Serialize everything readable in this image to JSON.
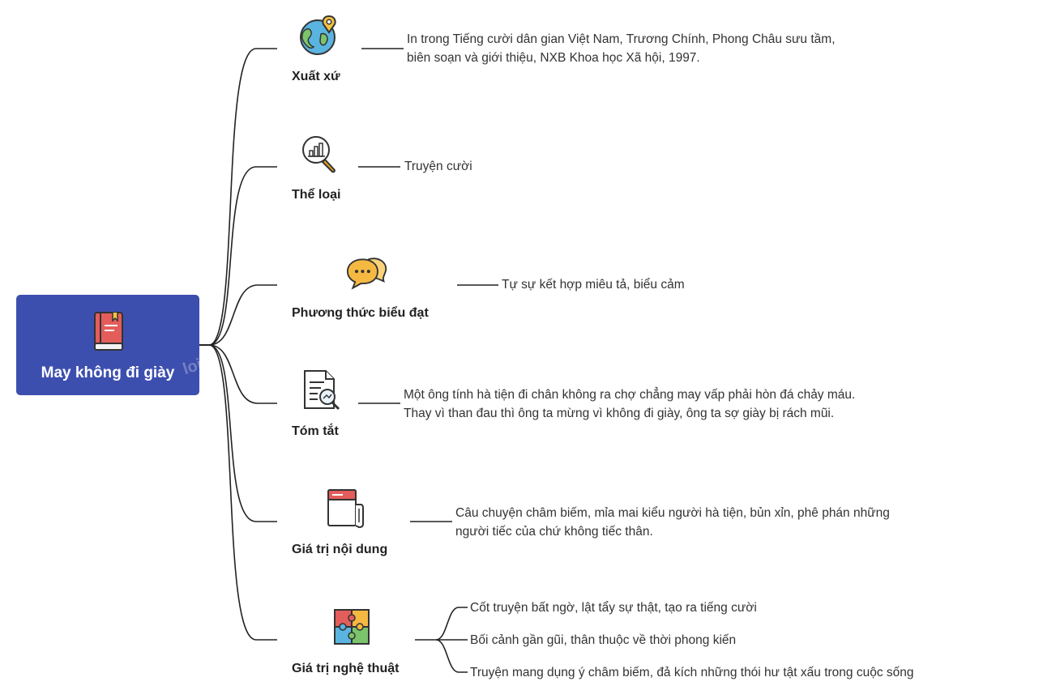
{
  "root": {
    "title": "May không đi giày",
    "watermark": "loi",
    "icon": "book-icon"
  },
  "branches": [
    {
      "label": "Xuất xứ",
      "icon": "globe-pin-icon",
      "leaves": [
        "In trong Tiếng cười dân gian Việt Nam, Trương Chính, Phong Châu sưu tầm,",
        "biên soạn và giới thiệu, NXB Khoa học Xã hội, 1997."
      ]
    },
    {
      "label": "Thể loại",
      "icon": "magnifier-chart-icon",
      "leaves": [
        "Truyện cười"
      ]
    },
    {
      "label": "Phương thức biểu đạt",
      "icon": "speech-bubbles-icon",
      "leaves": [
        "Tự sự kết hợp miêu tả, biểu cảm"
      ]
    },
    {
      "label": "Tóm tắt",
      "icon": "document-search-icon",
      "leaves": [
        "Một ông tính hà tiện đi chân không ra chợ chẳng may vấp phải hòn đá chảy máu.",
        "Thay vì than đau thì ông ta mừng vì không đi giày, ông ta sợ giày bị rách mũi."
      ]
    },
    {
      "label": "Giá trị nội dung",
      "icon": "notebook-icon",
      "leaves": [
        "Câu chuyện châm biếm, mỉa mai kiểu người hà tiện, bủn xỉn, phê phán những",
        "người tiếc của chứ không tiếc thân."
      ]
    },
    {
      "label": "Giá trị nghệ thuật",
      "icon": "puzzle-icon",
      "leaves": [
        "Cốt truyện bất ngờ, lật tẩy sự thật, tạo ra tiếng cười",
        "Bối cảnh gần gũi, thân thuộc về thời phong kiến",
        "Truyện mang dụng ý châm biếm, đả kích những thói hư tật xấu trong cuộc sống"
      ]
    }
  ],
  "colors": {
    "root_bg": "#3d4fae",
    "line": "#222222",
    "text": "#333333"
  }
}
